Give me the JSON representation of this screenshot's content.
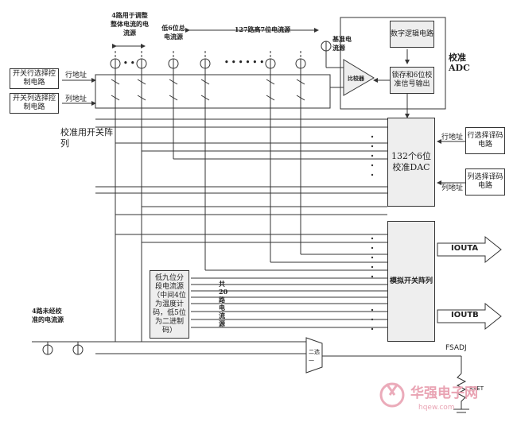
{
  "labels": {
    "adjust_sources": "4路用于调整整体电流的电流源",
    "low_bit_sources": "低6位总电流源",
    "high_bit_sources": "127路高7位电流源",
    "ref_source": "基准电流源",
    "row_select_ctrl": "开关行选择控制电路",
    "col_select_ctrl": "开关列选择控制电路",
    "row_addr": "行地址",
    "col_addr": "列地址",
    "calib_switch_array": "校准用开关阵列",
    "comparator": "比较器",
    "digital_logic": "数字逻辑电路",
    "storage_bits": "锁存和6位校准信号输出",
    "calib_adc": "校准ADC",
    "cal_dac": "132个6位校准DAC",
    "row_addr_right": "行地址",
    "row_decoder": "行选择译码电路",
    "col_addr_right": "列地址",
    "col_decoder": "列选择译码电路",
    "low9_sources": "低九位分段电流源（中间4位为温度计码，低5位为二进制码）",
    "total_sources": "共20路电流源",
    "analog_switch_array": "模拟开关阵列",
    "iouta": "IOUTA",
    "ioutb": "IOUTB",
    "uncal_sources": "4路未经校准的电流源",
    "select2": "二选一",
    "fsadj": "FSADJ",
    "rset": "RSET",
    "dots": "• • • • • •",
    "dots_small": "• •",
    "watermark_cn": "华强电子网",
    "watermark_en": "hqew.com"
  },
  "colors": {
    "line": "#333333",
    "box_fill": "#eeeeee",
    "watermark": "#e9a3b3"
  }
}
